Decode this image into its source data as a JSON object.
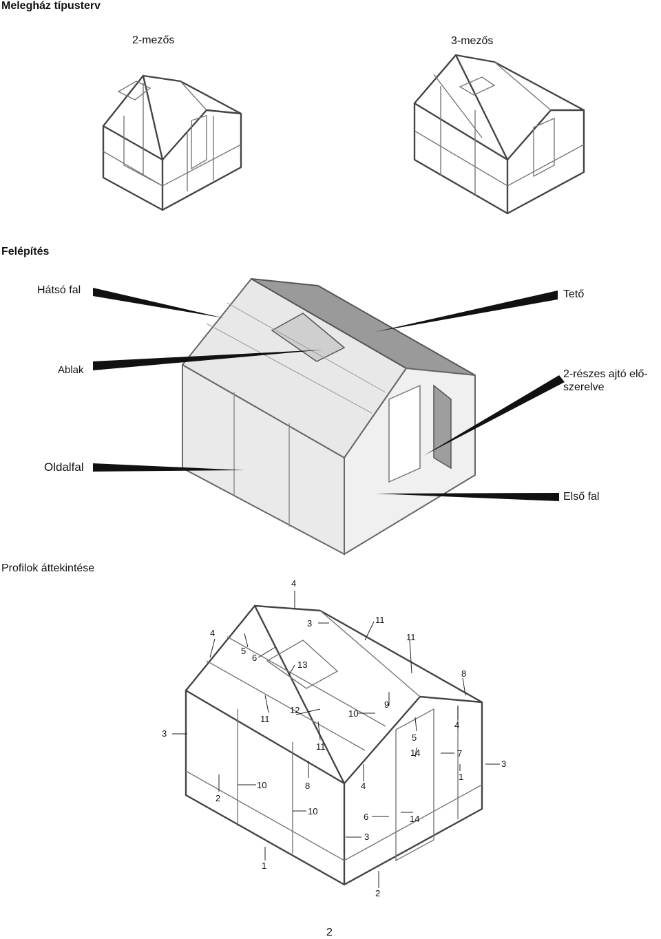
{
  "titles": {
    "type_plan": "Melegház típusterv",
    "assembly": "Felépítés",
    "profiles": "Profilok áttekintése"
  },
  "variants": {
    "two_bay": "2-mezős",
    "three_bay": "3-mezős"
  },
  "assembly_labels": {
    "back_wall": "Hátsó fal",
    "roof": "Tető",
    "window": "Ablak",
    "door_line1": "2-részes ajtó elő-",
    "door_line2": "szerelve",
    "side_wall": "Oldalfal",
    "front_wall": "Első fal"
  },
  "profile_numbers": [
    "4",
    "3",
    "11",
    "4",
    "11",
    "5",
    "6",
    "13",
    "8",
    "9",
    "12",
    "10",
    "11",
    "4",
    "3",
    "5",
    "11",
    "14",
    "7",
    "3",
    "1",
    "2",
    "10",
    "8",
    "4",
    "6",
    "14",
    "10",
    "3",
    "1",
    "2"
  ],
  "page_number": "2"
}
